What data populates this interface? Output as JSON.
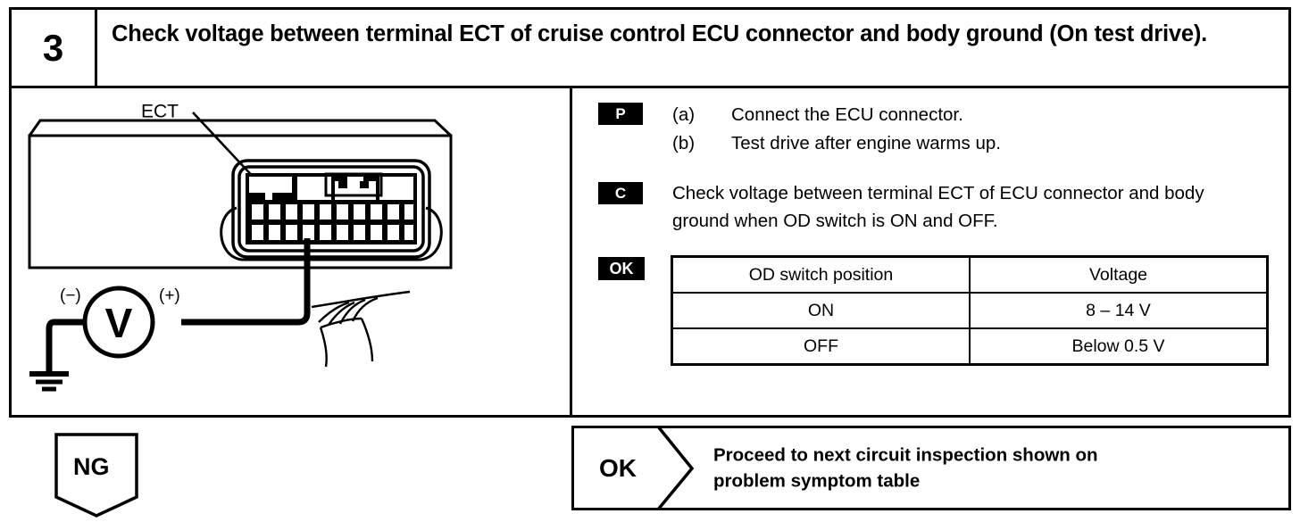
{
  "step": {
    "number": "3",
    "title": "Check voltage between terminal ECT of cruise control ECU connector and body ground (On test drive)."
  },
  "diagram": {
    "terminal_label": "ECT",
    "meter_symbol": "V",
    "negative_label": "(−)",
    "positive_label": "(+)"
  },
  "instructions": {
    "prepare": {
      "badge": "P",
      "items": [
        {
          "label": "(a)",
          "text": "Connect the ECU connector."
        },
        {
          "label": "(b)",
          "text": "Test drive after engine warms up."
        }
      ]
    },
    "check": {
      "badge": "C",
      "text": "Check voltage between terminal ECT of ECU connector and body ground when OD switch is ON and OFF."
    },
    "ok": {
      "badge": "OK",
      "table": {
        "headers": [
          "OD switch position",
          "Voltage"
        ],
        "rows": [
          [
            "ON",
            "8 – 14 V"
          ],
          [
            "OFF",
            "Below 0.5 V"
          ]
        ]
      }
    }
  },
  "outcomes": {
    "ng": {
      "label": "NG"
    },
    "ok": {
      "label": "OK",
      "text_line1": "Proceed to next circuit inspection shown on",
      "text_line2": "problem symptom table"
    }
  },
  "colors": {
    "ink": "#000000",
    "paper": "#ffffff"
  }
}
